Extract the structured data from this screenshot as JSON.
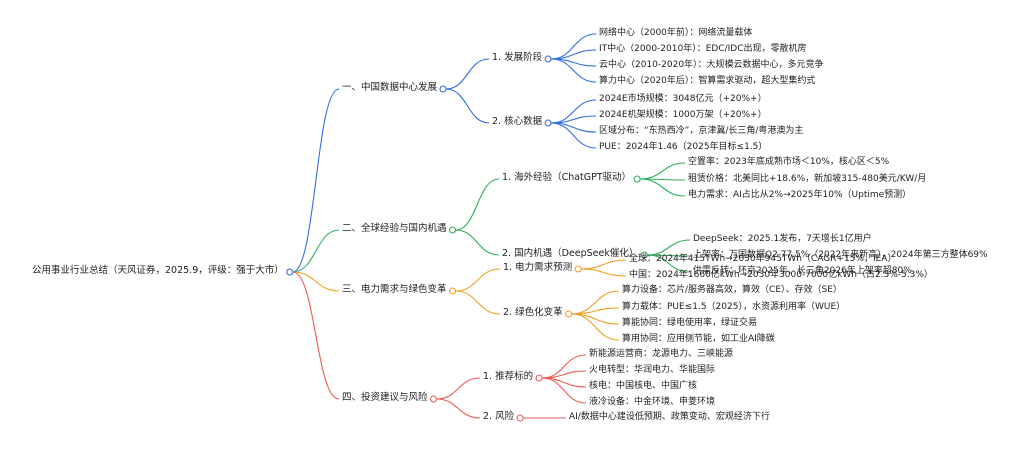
{
  "colors": {
    "b1": "#2f6fe0",
    "b2": "#2fae5a",
    "b3": "#f0a020",
    "b4": "#ea5b54",
    "text": "#222222"
  },
  "root": {
    "label": "公用事业行业总结（天风证券，2025.9，评级：强于大市）",
    "branches": [
      {
        "label": "一、中国数据中心发展",
        "subs": [
          {
            "label": "1. 发展阶段",
            "leaves": [
              "网络中心（2000年前）：网络流量载体",
              "IT中心（2000-2010年）：EDC/IDC出现，零散机房",
              "云中心（2010-2020年）：大规模云数据中心，多元竞争",
              "算力中心（2020年后）：智算需求驱动，超大型集约式"
            ]
          },
          {
            "label": "2. 核心数据",
            "leaves": [
              "2024E市场规模：3048亿元（+20%+）",
              "2024E机架规模：1000万架（+20%+）",
              "区域分布：“东热西冷”，京津冀/长三角/粤港澳为主",
              "PUE：2024年1.46（2025年目标≤1.5）"
            ]
          }
        ]
      },
      {
        "label": "二、全球经验与国内机遇",
        "subs": [
          {
            "label": "1. 海外经验（ChatGPT驱动）",
            "leaves": [
              "空置率：2023年底成熟市场＜10%，核心区＜5%",
              "租赁价格：北美同比+18.6%，新加坡315-480美元/KW/月",
              "电力需求：AI占比从2%→2025年10%（Uptime预测）"
            ]
          },
          {
            "label": "2. 国内机遇（DeepSeek催化）",
            "leaves": [
              "DeepSeek：2025.1发布，7天增长1亿用户",
              "上架率：万国数据Q2 77.5%（2022年来新高），2024年第三方整体69%",
              "供需反转：环京2025年、长三角2026年上架率超80%"
            ]
          }
        ]
      },
      {
        "label": "三、电力需求与绿色变革",
        "subs": [
          {
            "label": "1. 电力需求预测",
            "leaves": [
              "全球：2024年415TWh→2030年945TWh（CAGR+15%，IEA）",
              "中国：2024年1660亿kWh→2030年3000-7000亿kWh（占2.3%-5.3%）"
            ]
          },
          {
            "label": "2. 绿色化变革",
            "leaves": [
              "算力设备：芯片/服务器高效，算效（CE）、存效（SE）",
              "算力载体：PUE≤1.5（2025），水资源利用率（WUE）",
              "算能协同：绿电使用率，绿证交易",
              "算用协同：应用侧节能，如工业AI降碳"
            ]
          }
        ]
      },
      {
        "label": "四、投资建议与风险",
        "subs": [
          {
            "label": "1. 推荐标的",
            "leaves": [
              "新能源运营商：龙源电力、三峡能源",
              "火电转型：华润电力、华能国际",
              "核电：中国核电、中国广核",
              "液冷设备：中金环境、申菱环境"
            ]
          },
          {
            "label": "2. 风险",
            "leaves": [
              "AI/数据中心建设低预期、政策变动、宏观经济下行"
            ]
          }
        ]
      }
    ]
  }
}
